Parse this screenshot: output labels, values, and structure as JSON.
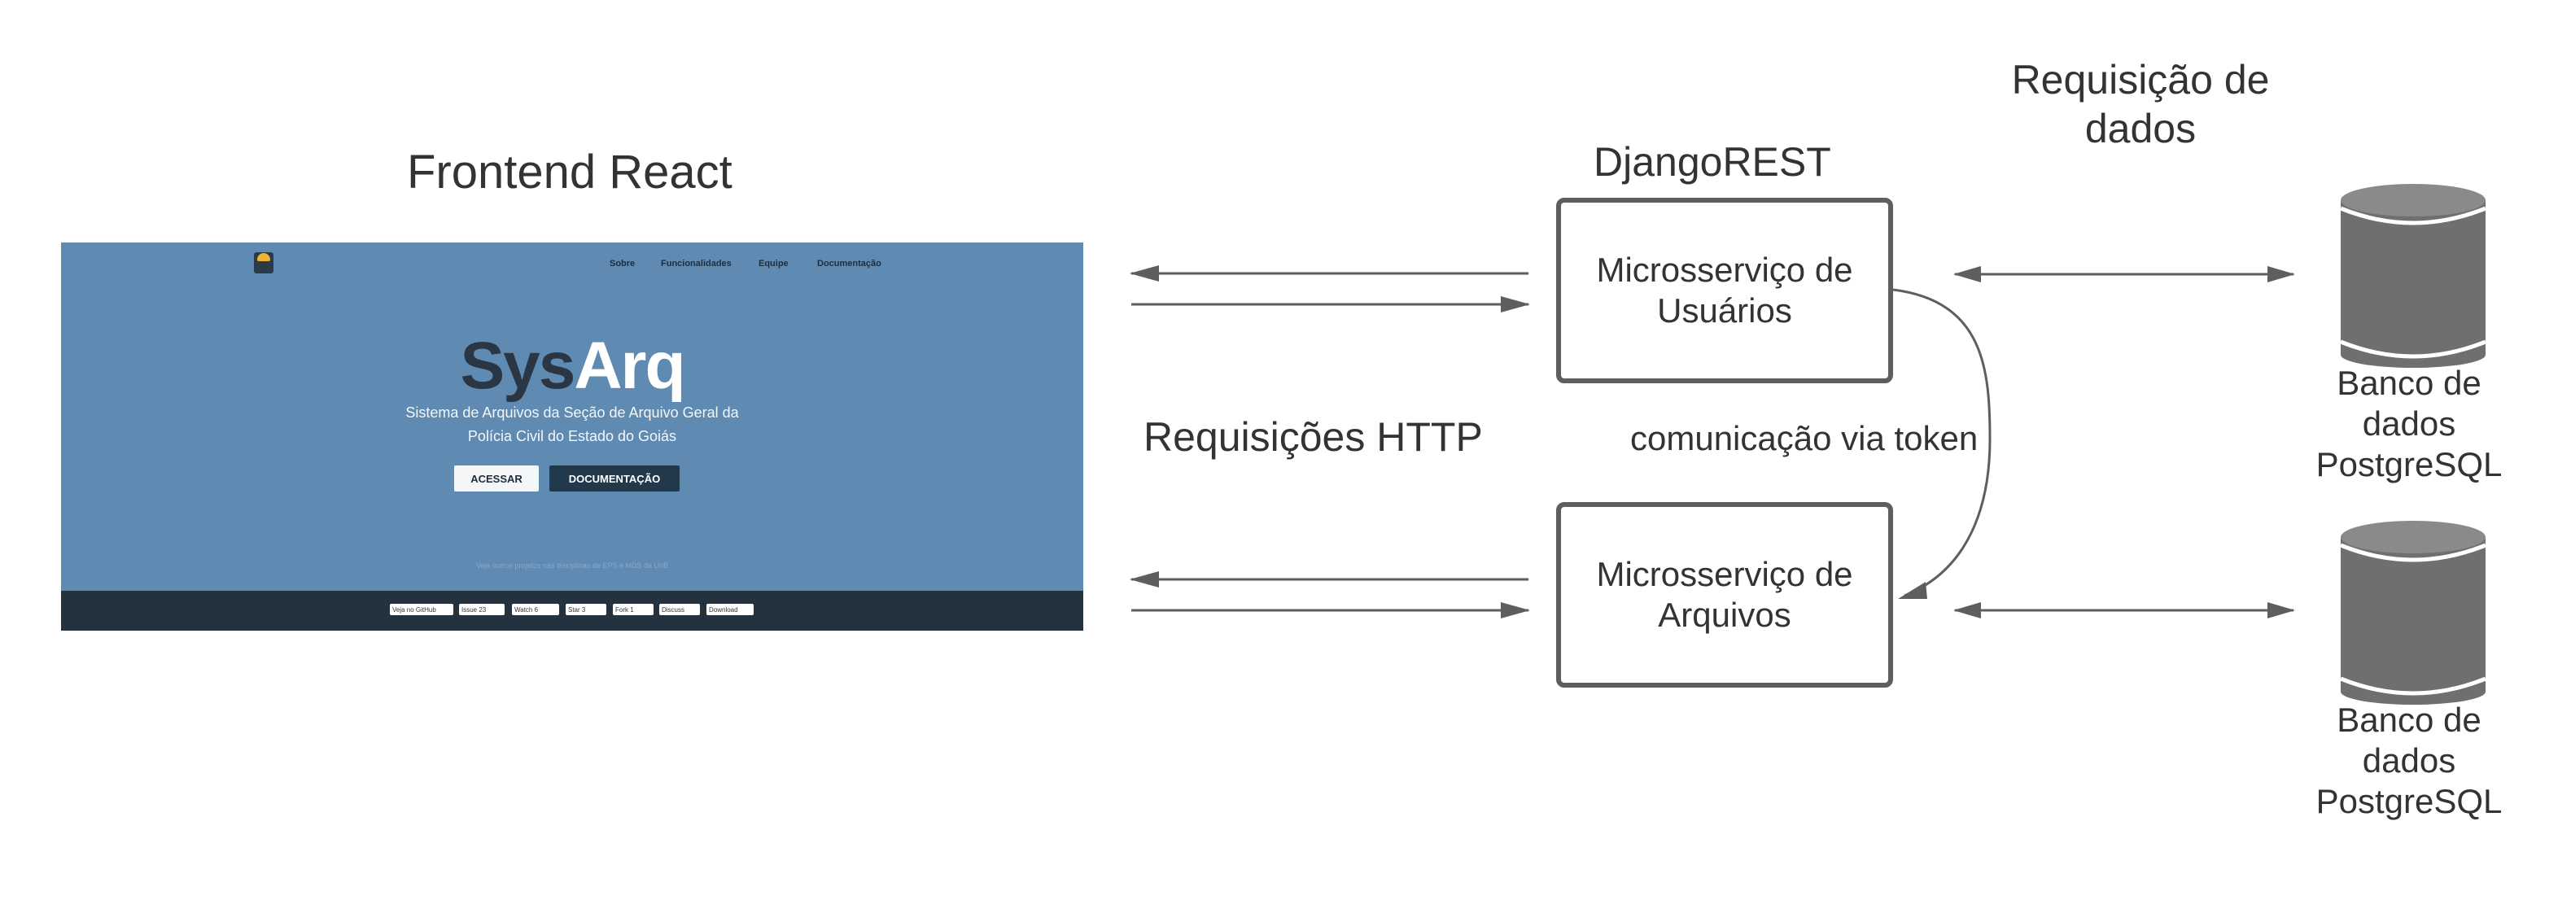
{
  "labels": {
    "frontend": "Frontend React",
    "django": "DjangoREST",
    "requisicao_dados": "Requisição de dados",
    "requisicoes_http": "Requisições HTTP",
    "comunicacao": "comunicação via token"
  },
  "services": {
    "usuarios": "Microsserviço de\nUsuários",
    "arquivos": "Microsserviço de\nArquivos"
  },
  "databases": {
    "db1": "Banco de\ndados\nPostgreSQL",
    "db2": "Banco de\ndados\nPostgreSQL"
  },
  "screenshot": {
    "nav": [
      "Sobre",
      "Funcionalidades",
      "Equipe",
      "Documentação"
    ],
    "brand_a": "Sys",
    "brand_b": "Arq",
    "subtitle": "Sistema de Arquivos da Seção de Arquivo Geral da\nPolícia Civil do Estado do Goiás",
    "btn_acessar": "ACESSAR",
    "btn_doc": "DOCUMENTAÇÃO",
    "footnote": "Veja outros projetos nas disciplinas de EPS e MDS da UnB",
    "badges": [
      "Veja no GitHub",
      "Issue 23",
      "Watch 6",
      "Star 3",
      "Fork 1",
      "Discuss",
      "Download"
    ]
  },
  "colors": {
    "stroke": "#5e5e5e",
    "db_fill": "#6f6f6f",
    "db_top": "#8a8a8a",
    "screenshot_bg": "#5f8ab2",
    "screenshot_footer": "#24313f"
  }
}
